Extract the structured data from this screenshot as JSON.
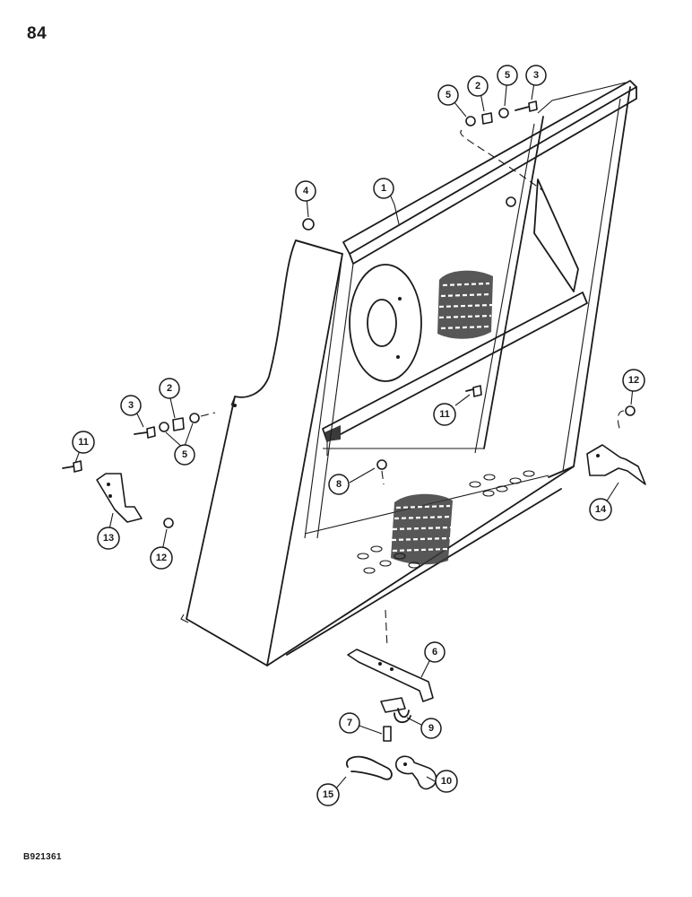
{
  "page_number": "84",
  "figure_code": "B921361",
  "callouts": [
    {
      "id": "c5a",
      "label": "5"
    },
    {
      "id": "c2a",
      "label": "2"
    },
    {
      "id": "c5b",
      "label": "5"
    },
    {
      "id": "c3a",
      "label": "3"
    },
    {
      "id": "c4",
      "label": "4"
    },
    {
      "id": "c1",
      "label": "1"
    },
    {
      "id": "c3b",
      "label": "3"
    },
    {
      "id": "c2b",
      "label": "2"
    },
    {
      "id": "c5c",
      "label": "5"
    },
    {
      "id": "c11a",
      "label": "11"
    },
    {
      "id": "c11b",
      "label": "11"
    },
    {
      "id": "c12a",
      "label": "12"
    },
    {
      "id": "c8",
      "label": "8"
    },
    {
      "id": "c13",
      "label": "13"
    },
    {
      "id": "c12b",
      "label": "12"
    },
    {
      "id": "c14",
      "label": "14"
    },
    {
      "id": "c6",
      "label": "6"
    },
    {
      "id": "c9",
      "label": "9"
    },
    {
      "id": "c7",
      "label": "7"
    },
    {
      "id": "c10",
      "label": "10"
    },
    {
      "id": "c15",
      "label": "15"
    }
  ]
}
